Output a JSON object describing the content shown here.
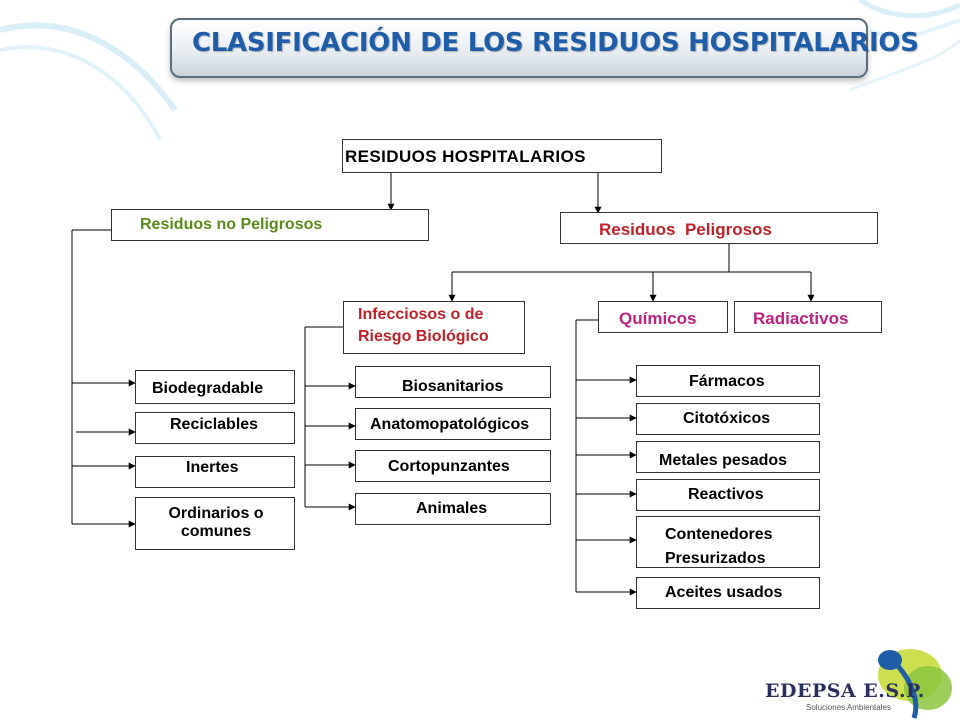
{
  "slide": {
    "title": "CLASIFICACIÓN DE LOS RESIDUOS HOSPITALARIOS"
  },
  "diagram": {
    "root": "RESIDUOS HOSPITALARIOS",
    "no_peligrosos": {
      "label": "Residuos no Peligrosos",
      "items": [
        "Biodegradable",
        "Reciclables",
        "Inertes",
        "Ordinarios o comunes"
      ]
    },
    "peligrosos": {
      "label": "Residuos  Peligrosos",
      "infecciosos": {
        "label_line1": "Infecciosos o de",
        "label_line2": "Riesgo Biológico",
        "items": [
          "Biosanitarios",
          "Anatomopatológicos",
          "Cortopunzantes",
          "Animales"
        ]
      },
      "quimicos": {
        "label": "Químicos",
        "items": [
          "Fármacos",
          "Citotóxicos",
          "Metales pesados",
          "Reactivos",
          "Contenedores Presurizados",
          "Aceites usados"
        ]
      },
      "radiactivos": {
        "label": "Radiactivos"
      }
    }
  },
  "colors": {
    "title": "#1f5da8",
    "no_peligrosos": "#5a8a1a",
    "peligrosos": "#c0202a",
    "quimicos": "#c0207f",
    "radiactivos": "#c0207f"
  },
  "logo": {
    "name": "EDEPSA E.S.P.",
    "tagline": "Soluciones Ambientales"
  }
}
